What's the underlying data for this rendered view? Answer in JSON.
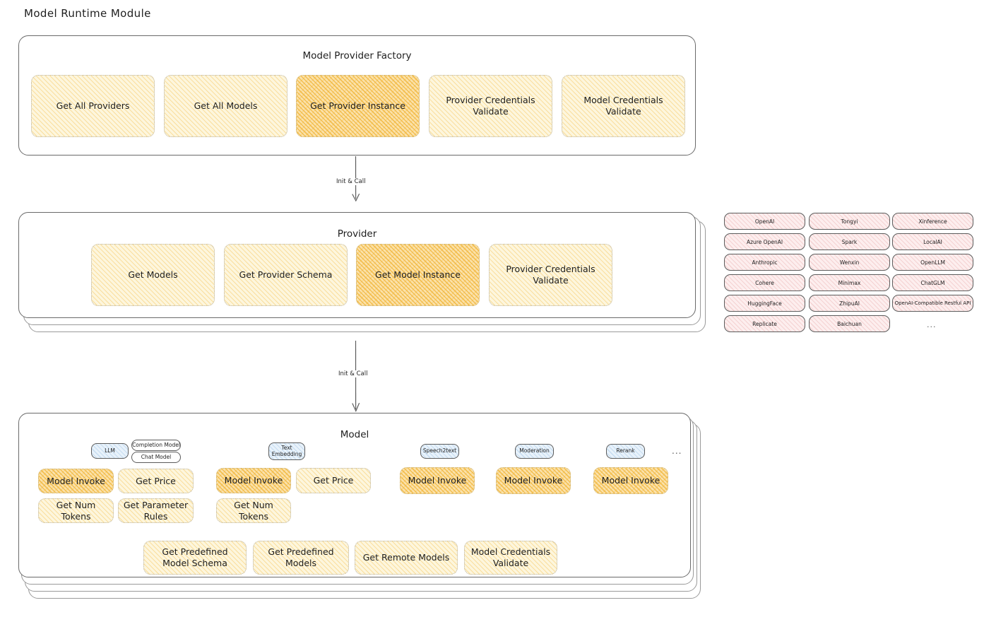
{
  "page": {
    "title": "Model Runtime Module"
  },
  "factory": {
    "title": "Model Provider Factory",
    "methods": [
      {
        "label": "Get All Providers",
        "highlight": false
      },
      {
        "label": "Get All Models",
        "highlight": false
      },
      {
        "label": "Get Provider Instance",
        "highlight": true
      },
      {
        "label": "Provider Credentials Validate",
        "highlight": false
      },
      {
        "label": "Model Credentials Validate",
        "highlight": false
      }
    ]
  },
  "arrows": {
    "factory_to_provider": "Init & Call",
    "provider_to_model": "Init & Call"
  },
  "provider": {
    "title": "Provider",
    "methods": [
      {
        "label": "Get Models",
        "highlight": false
      },
      {
        "label": "Get Provider Schema",
        "highlight": false
      },
      {
        "label": "Get Model Instance",
        "highlight": true
      },
      {
        "label": "Provider Credentials Validate",
        "highlight": false
      }
    ]
  },
  "provider_list": {
    "column1": [
      "OpenAI",
      "Azure OpenAI",
      "Anthropic",
      "Cohere",
      "HuggingFace",
      "Replicate"
    ],
    "column2": [
      "Tongyi",
      "Spark",
      "Wenxin",
      "Minimax",
      "ZhipuAI",
      "Baichuan"
    ],
    "column3": [
      "Xinference",
      "LocalAI",
      "OpenLLM",
      "ChatGLM",
      "OpenAI-Compatible Restful API"
    ],
    "more": "..."
  },
  "model": {
    "title": "Model",
    "more_types": "...",
    "types": [
      {
        "name": "LLM",
        "sub_badges": [
          "Completion Model",
          "Chat Model"
        ],
        "methods": [
          {
            "label": "Model Invoke",
            "highlight": true
          },
          {
            "label": "Get Price",
            "highlight": false
          },
          {
            "label": "Get Num Tokens",
            "highlight": false
          },
          {
            "label": "Get Parameter Rules",
            "highlight": false
          }
        ]
      },
      {
        "name": "Text Embedding",
        "sub_badges": [],
        "methods": [
          {
            "label": "Model Invoke",
            "highlight": true
          },
          {
            "label": "Get Price",
            "highlight": false
          },
          {
            "label": "Get Num Tokens",
            "highlight": false
          }
        ]
      },
      {
        "name": "Speech2text",
        "sub_badges": [],
        "methods": [
          {
            "label": "Model Invoke",
            "highlight": true
          }
        ]
      },
      {
        "name": "Moderation",
        "sub_badges": [],
        "methods": [
          {
            "label": "Model Invoke",
            "highlight": true
          }
        ]
      },
      {
        "name": "Rerank",
        "sub_badges": [],
        "methods": [
          {
            "label": "Model Invoke",
            "highlight": true
          }
        ]
      }
    ],
    "common_methods": [
      {
        "label": "Get Predefined Model Schema"
      },
      {
        "label": "Get Predefined Models"
      },
      {
        "label": "Get Remote Models"
      },
      {
        "label": "Model Credentials Validate"
      }
    ]
  },
  "colors": {
    "method_fill": "#fdf6dd",
    "method_fill_highlight": "#fbe2ac",
    "badge_fill": "#e8f2fb",
    "provider_tag_fill": "#fdeeee",
    "stroke": "#1e1e1e"
  }
}
